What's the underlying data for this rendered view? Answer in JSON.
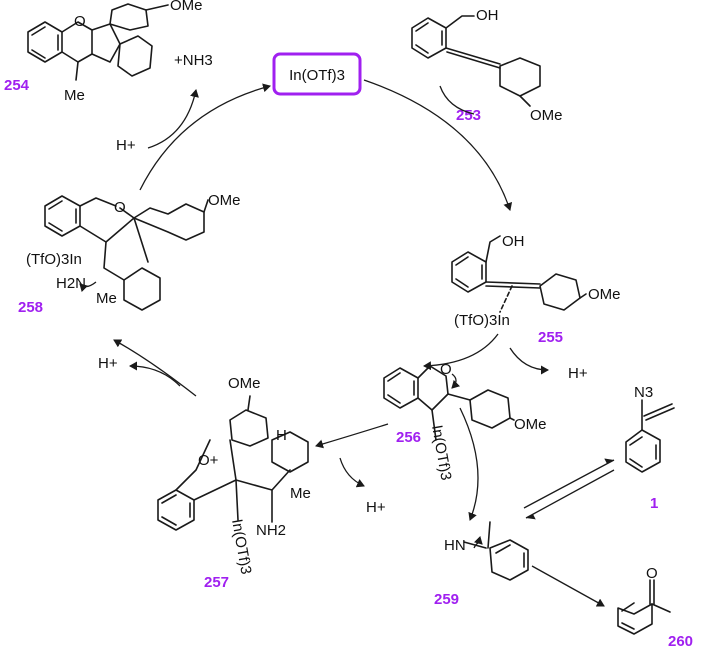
{
  "catalyst": "In(OTf)3",
  "compounds": {
    "c253": "253",
    "c254": "254",
    "c255": "255",
    "c256": "256",
    "c257": "257",
    "c258": "258",
    "c259": "259",
    "c260": "260",
    "c1": "1"
  },
  "labels": {
    "ome": "OMe",
    "oh": "OH",
    "o": "O",
    "me": "Me",
    "nh3_plus": "+NH3",
    "h_plus": "H+",
    "h_plus_alt": "H+",
    "tfo3in": "(TfO)3In",
    "h2n": "H2N",
    "nh2": "NH2",
    "hn": "HN",
    "n3": "N3",
    "h": "H",
    "in_otf3_rot": "In(OTf)3",
    "o_plus": "O+"
  },
  "colors": {
    "accent": "#a020f0",
    "ink": "#1a1a1a"
  }
}
